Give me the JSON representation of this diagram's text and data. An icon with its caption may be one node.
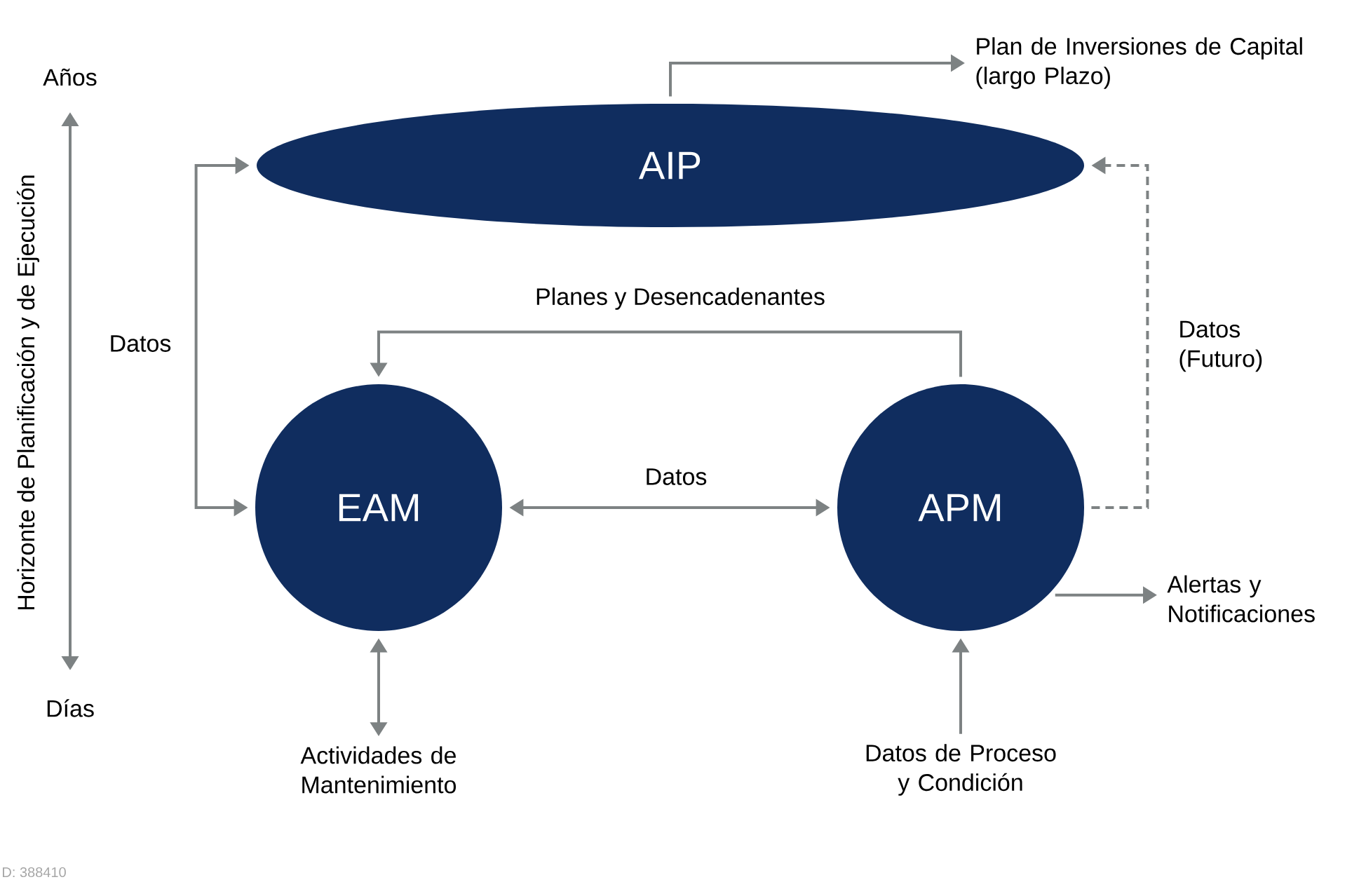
{
  "diagram": {
    "nodes": [
      {
        "text": [
          "AIP"
        ]
      },
      {
        "text": [
          "EAM"
        ]
      },
      {
        "text": [
          "APM"
        ]
      },
      {
        "text": [
          "Plan de Inversiones de Capital (largo Plazo)"
        ]
      },
      {
        "text": [
          "Alertas y Notificaciones"
        ]
      },
      {
        "text": [
          "Actividades de Mantenimiento"
        ]
      },
      {
        "text": [
          "Datos de Proceso y Condición"
        ]
      }
    ],
    "edges": [
      {
        "from": 0,
        "to": 3,
        "arrow": "to"
      },
      {
        "from": 1,
        "to": 0,
        "arrow": "both",
        "label": "Datos"
      },
      {
        "from": 2,
        "to": 1,
        "arrow": "to",
        "label": "Planes y Desencadenantes"
      },
      {
        "from": 1,
        "to": 2,
        "arrow": "both",
        "label": "Datos"
      },
      {
        "from": 2,
        "to": 0,
        "arrow": "to",
        "label": "Datos (Futuro)",
        "style": "dashed"
      },
      {
        "from": 2,
        "to": 4,
        "arrow": "to"
      },
      {
        "from": 1,
        "to": 5,
        "arrow": "both"
      },
      {
        "from": 6,
        "to": 2,
        "arrow": "to"
      }
    ],
    "labels": [
      "Años",
      "Horizonte de Planificación y de Ejecución",
      "Días",
      "D: 388410"
    ]
  }
}
